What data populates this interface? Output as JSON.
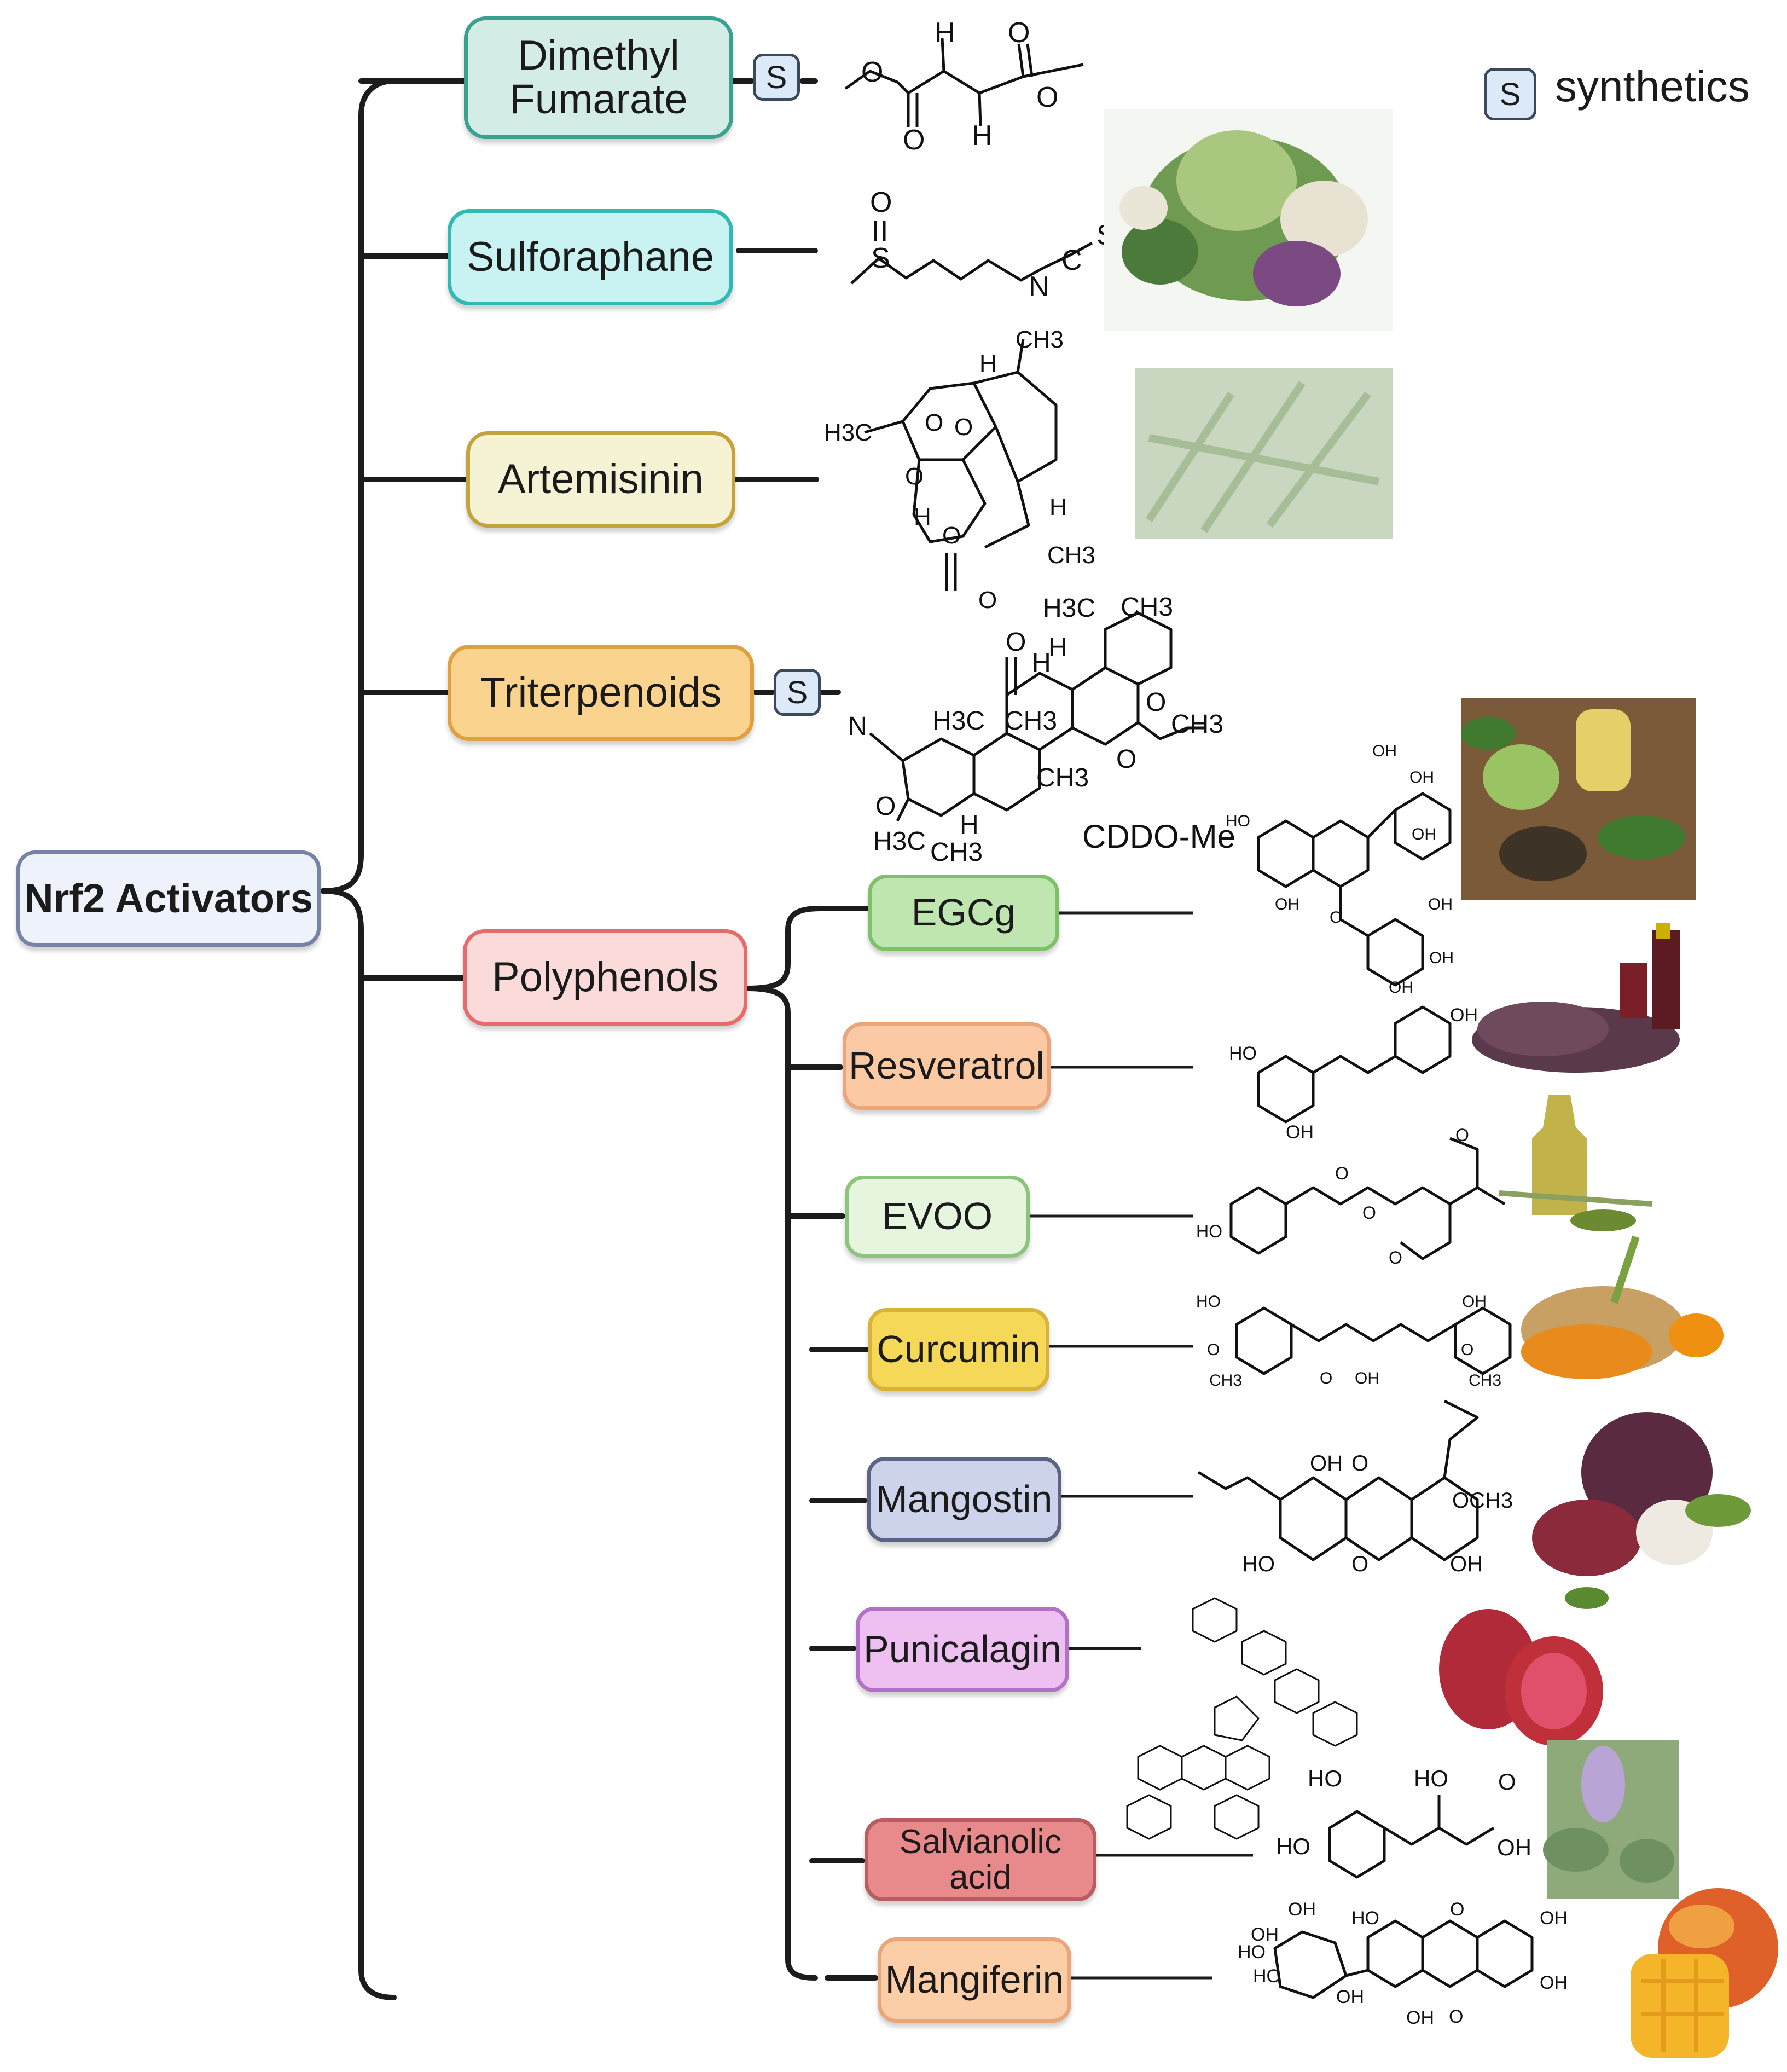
{
  "root": {
    "label": "Nrf2 Activators"
  },
  "legend": {
    "badge": "S",
    "text": "synthetics"
  },
  "main_nodes": [
    {
      "id": "dimethyl-fumarate",
      "line1": "Dimethyl",
      "line2": "Fumarate",
      "synthetic": true,
      "fill": "#d4ece6",
      "border": "#3aa08f"
    },
    {
      "id": "sulforaphane",
      "label": "Sulforaphane",
      "synthetic": false,
      "fill": "#c8f3f2",
      "border": "#33b8b6"
    },
    {
      "id": "artemisinin",
      "label": "Artemisinin",
      "synthetic": false,
      "fill": "#f6f2d4",
      "border": "#c6a23a"
    },
    {
      "id": "triterpenoids",
      "label": "Triterpenoids",
      "synthetic": true,
      "fill": "#fad48e",
      "border": "#e0a040"
    },
    {
      "id": "polyphenols",
      "label": "Polyphenols",
      "synthetic": false,
      "fill": "#fbdada",
      "border": "#e86b6b"
    }
  ],
  "polyphenol_nodes": [
    {
      "id": "egcg",
      "label": "EGCg",
      "fill": "#bfe6b0",
      "border": "#7fc06a"
    },
    {
      "id": "resveratrol",
      "label": "Resveratrol",
      "fill": "#fbc9a4",
      "border": "#e8a67a"
    },
    {
      "id": "evoo",
      "label": "EVOO",
      "fill": "#e6f6de",
      "border": "#8cc47a"
    },
    {
      "id": "curcumin",
      "label": "Curcumin",
      "fill": "#f6d858",
      "border": "#d9b23a"
    },
    {
      "id": "mangostin",
      "label": "Mangostin",
      "fill": "#ccd3ea",
      "border": "#5b6482"
    },
    {
      "id": "punicalagin",
      "label": "Punicalagin",
      "fill": "#eec0f2",
      "border": "#b271c6"
    },
    {
      "id": "salvianolic-acid",
      "label": "Salvianolic acid",
      "fill": "#e88a8c",
      "border": "#b85e60"
    },
    {
      "id": "mangiferin",
      "label": "Mangiferin",
      "fill": "#fbcea8",
      "border": "#e8a67a"
    }
  ],
  "structure_labels": {
    "cddo_me": "CDDO-Me",
    "dmf": [
      "H",
      "O",
      "O",
      "O",
      "O",
      "H"
    ],
    "sulforaphane": [
      "O",
      "S",
      "N",
      "C",
      "S"
    ],
    "artemisinin": [
      "CH3",
      "H",
      "H3C",
      "O",
      "O",
      "O",
      "O",
      "H",
      "H",
      "CH3",
      "O"
    ],
    "cddo": [
      "H3C",
      "CH3",
      "O",
      "H",
      "H",
      "O",
      "CH3",
      "N",
      "H3C",
      "CH3",
      "CH3",
      "O",
      "H3C",
      "CH3",
      "H",
      "O"
    ],
    "egcg": [
      "OH",
      "OH",
      "HO",
      "OH",
      "OH",
      "O",
      "OH",
      "OH",
      "OH"
    ],
    "resveratrol": [
      "OH",
      "HO",
      "OH"
    ],
    "evoo": [
      "O",
      "O",
      "O",
      "HO",
      "O"
    ],
    "curcumin": [
      "HO",
      "OH",
      "O",
      "CH3",
      "O",
      "OH",
      "CH3",
      "O"
    ],
    "mangostin": [
      "OH",
      "O",
      "OCH3",
      "HO",
      "O",
      "OH"
    ],
    "salvianolic": [
      "HO",
      "HO",
      "O",
      "HO",
      "OH"
    ],
    "mangiferin": [
      "OH",
      "HO",
      "O",
      "OH",
      "HO",
      "HO",
      "OH",
      "OH",
      "OH",
      "OH",
      "O"
    ]
  },
  "photos": [
    {
      "id": "cabbage-vegetables",
      "icon": "vegetables-photo"
    },
    {
      "id": "wormwood-plant",
      "icon": "artemisia-photo"
    },
    {
      "id": "green-tea",
      "icon": "green-tea-photo"
    },
    {
      "id": "grapes-wine",
      "icon": "grapes-wine-photo"
    },
    {
      "id": "olive-oil",
      "icon": "olive-oil-photo"
    },
    {
      "id": "turmeric",
      "icon": "turmeric-photo"
    },
    {
      "id": "mangosteen",
      "icon": "mangosteen-photo"
    },
    {
      "id": "pomegranate",
      "icon": "pomegranate-photo"
    },
    {
      "id": "sage-plant",
      "icon": "salvia-photo"
    },
    {
      "id": "mango",
      "icon": "mango-photo"
    }
  ]
}
